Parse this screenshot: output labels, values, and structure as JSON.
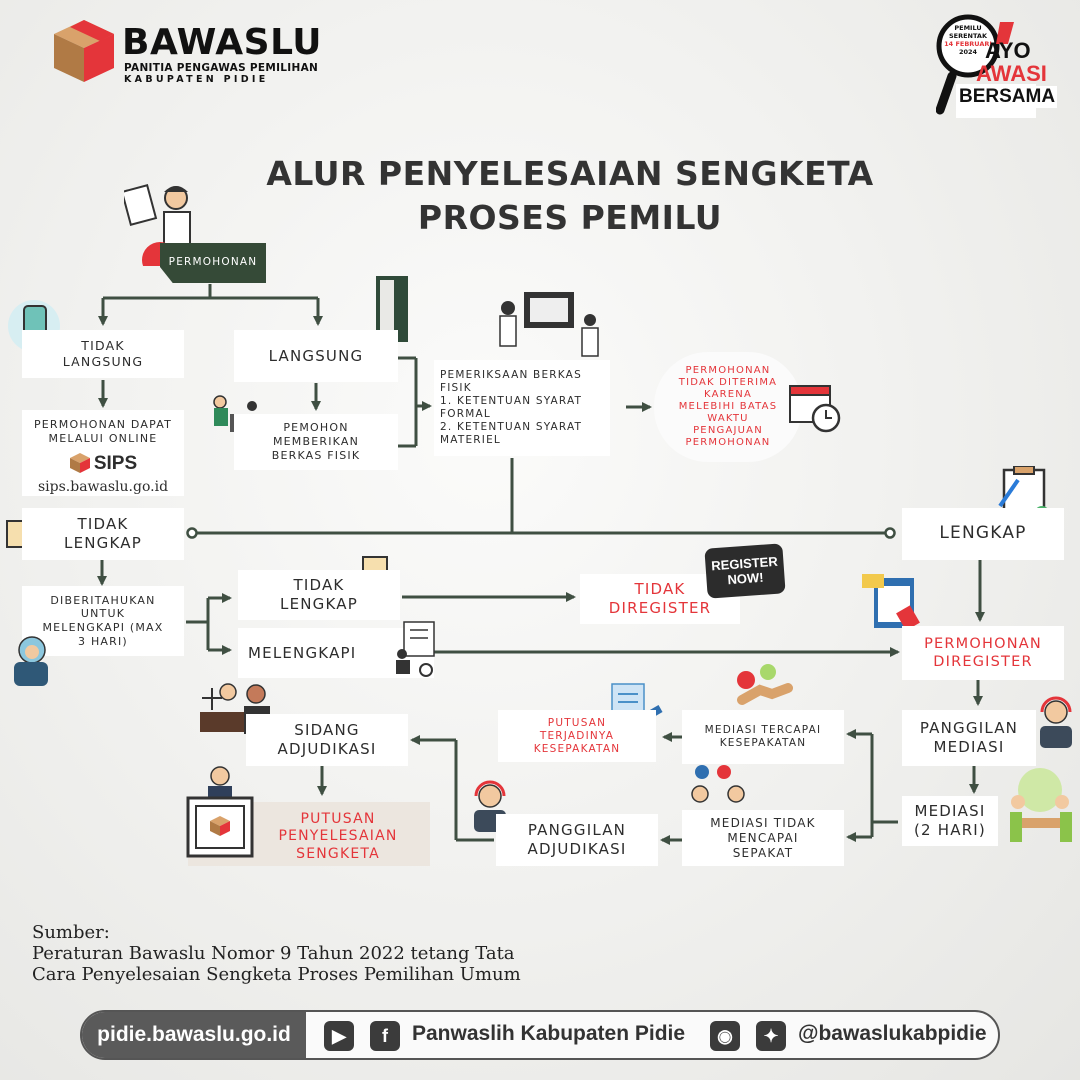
{
  "header": {
    "logo_name": "BAWASLU",
    "logo_sub1": "PANITIA PENGAWAS PEMILIHAN",
    "logo_sub2": "KABUPATEN PIDIE",
    "badge_top": [
      "PEMILU",
      "SERENTAK",
      "14 FEBRUARI",
      "2024"
    ],
    "badge_words": [
      "AYO",
      "AWASI",
      "BERSAMA"
    ]
  },
  "title": {
    "line1": "ALUR PENYELESAIAN SENGKETA",
    "line2": "PROSES PEMILU"
  },
  "flow": {
    "permohonan": "PERMOHONAN",
    "tidak_langsung": "TIDAK\nLANGSUNG",
    "langsung": "LANGSUNG",
    "online": "PERMOHONAN DAPAT\nMELALUI ONLINE",
    "sips_logo": "SIPS",
    "sips_url": "sips.bawaslu.go.id",
    "berkas_fisik": "PEMOHON\nMEMBERIKAN\nBERKAS FISIK",
    "pemeriksaan": "PEMERIKSAAN BERKAS\nFISIK\n1. KETENTUAN SYARAT\nFORMAL\n2. KETENTUAN SYARAT\nMATERIEL",
    "tidak_diterima": "PERMOHONAN\nTIDAK DITERIMA\nKARENA\nMELEBIHI BATAS\nWAKTU\nPENGAJUAN\nPERMOHONAN",
    "tidak_lengkap": "TIDAK\nLENGKAP",
    "lengkap": "LENGKAP",
    "diberitahukan": "DIBERITAHUKAN\nUNTUK\nMELENGKAPI (MAX\n3 HARI)",
    "tidak_lengkap2": "TIDAK\nLENGKAP",
    "melengkapi": "MELENGKAPI",
    "tidak_diregister": "TIDAK\nDIREGISTER",
    "register_now": "REGISTER\nNOW!",
    "diregister": "PERMOHONAN\nDIREGISTER",
    "panggilan_mediasi": "PANGGILAN\nMEDIASI",
    "mediasi": "MEDIASI\n(2 HARI)",
    "mediasi_tercapai": "MEDIASI TERCAPAI\nKESEPAKATAN",
    "putusan_kesepakatan": "PUTUSAN\nTERJADINYA\nKESEPAKATAN",
    "mediasi_tidak": "MEDIASI TIDAK\nMENCAPAI\nSEPAKAT",
    "panggilan_adjudikasi": "PANGGILAN\nADJUDIKASI",
    "sidang": "SIDANG\nADJUDIKASI",
    "putusan_sengketa": "PUTUSAN\nPENYELESAIAN\nSENGKETA"
  },
  "source": {
    "label": "Sumber:",
    "line1": "Peraturan Bawaslu Nomor 9 Tahun 2022 tetang Tata",
    "line2": "Cara Penyelesaian Sengketa Proses Pemilihan Umum"
  },
  "footer": {
    "url": "pidie.bawaslu.go.id",
    "facebook": "Panwaslih Kabupaten Pidie",
    "handle": "@bawaslukabpidie"
  },
  "colors": {
    "dark_green": "#354a37",
    "red": "#e4353a",
    "connector": "#3f4f42"
  }
}
